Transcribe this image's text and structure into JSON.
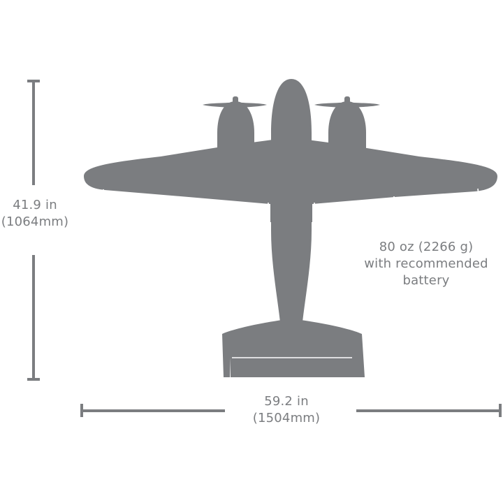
{
  "dimensions": {
    "height": {
      "imperial": "41.9 in",
      "metric": "(1064mm)"
    },
    "wingspan": {
      "imperial": "59.2 in",
      "metric": "(1504mm)"
    },
    "weight": {
      "line1": "80 oz (2266 g)",
      "line2": "with recommended",
      "line3": "battery"
    }
  },
  "colors": {
    "silhouette": "#7b7d80",
    "measure_line": "#7b7d80",
    "panel_line": "#ffffff",
    "text": "#7b7d80"
  }
}
